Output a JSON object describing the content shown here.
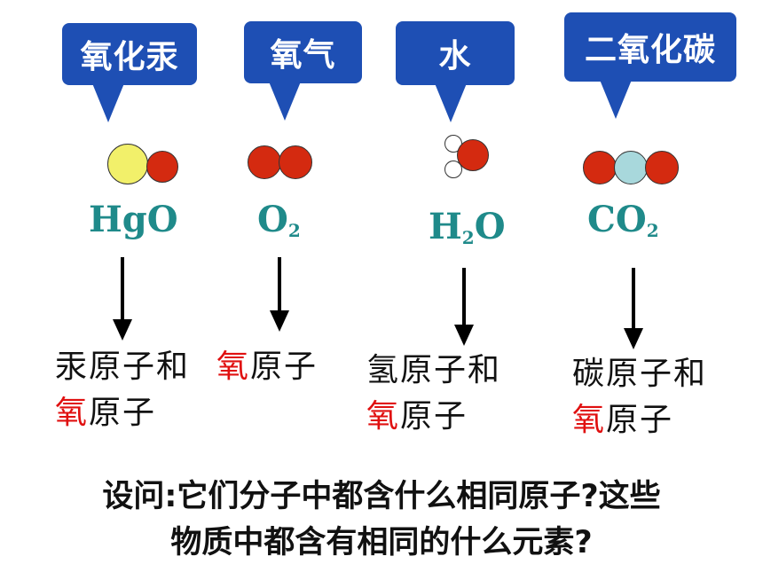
{
  "bubbles": {
    "hgo_name": "氧化汞",
    "o2_name": "氧气",
    "h2o_name": "水",
    "co2_name": "二氧化碳"
  },
  "formulas": {
    "hgo": "HgO",
    "o2_main": "O",
    "o2_sub": "2",
    "h2o_h": "H",
    "h2o_sub": "2",
    "h2o_o": "O",
    "co2_main": "CO",
    "co2_sub": "2"
  },
  "descriptions": {
    "hgo_line1": "汞原子和",
    "hgo_red": "氧",
    "hgo_line2_rest": "原子",
    "o2_red": "氧",
    "o2_rest": "原子",
    "h2o_line1": "氢原子和",
    "h2o_red": "氧",
    "h2o_line2_rest": "原子",
    "co2_line1": "碳原子和",
    "co2_red": "氧",
    "co2_line2_rest": "原子"
  },
  "question": {
    "line1": "设问:它们分子中都含什么相同原子?这些",
    "line2": "物质中都含有相同的什么元素?"
  },
  "colors": {
    "bubble": "#1e4fb4",
    "formula": "#1f8a8a",
    "oxygen_atom": "#d42a10",
    "mercury_atom": "#f2f06a",
    "carbon_atom": "#a8d8dc",
    "hydrogen_atom": "#ffffff",
    "highlight_text": "#e01010"
  }
}
